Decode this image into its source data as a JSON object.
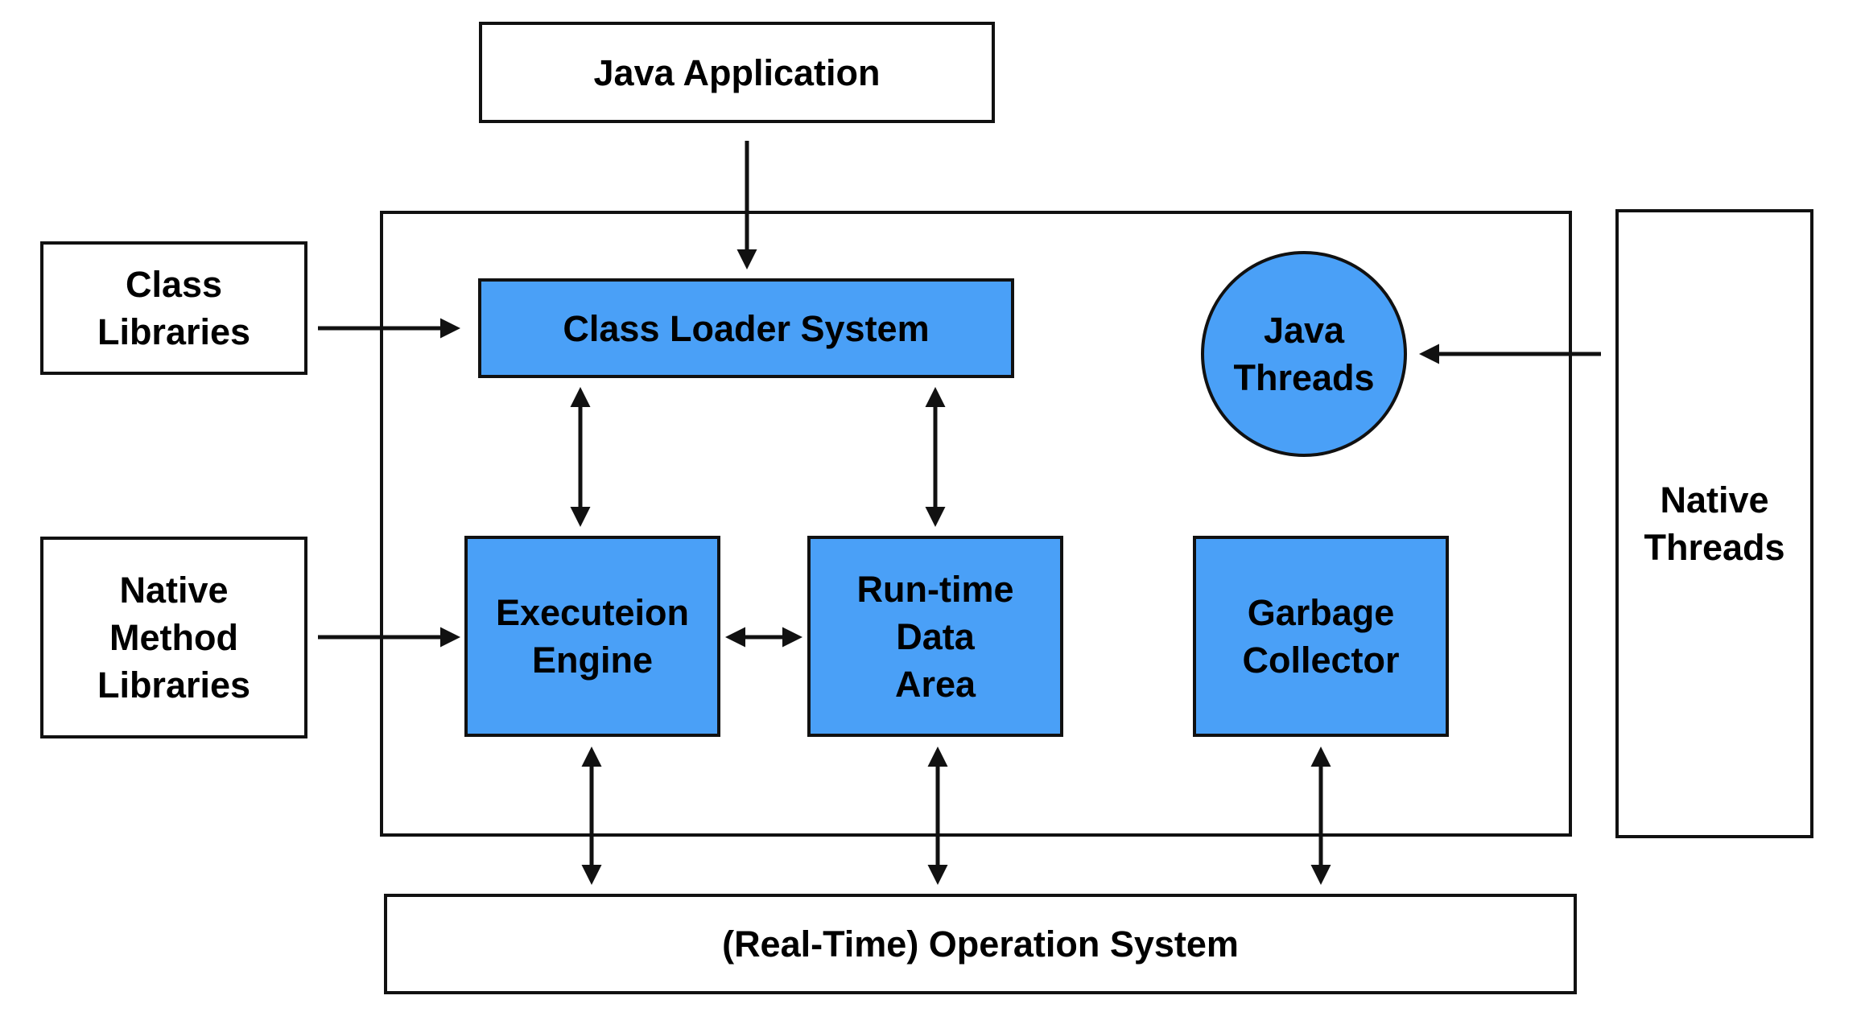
{
  "nodes": {
    "java_application": "Java Application",
    "class_libraries": "Class\nLibraries",
    "native_method_libraries": "Native\nMethod\nLibraries",
    "class_loader_system": "Class Loader System",
    "java_threads": "Java\nThreads",
    "native_threads": "Native\nThreads",
    "execution_engine": "Executeion\nEngine",
    "runtime_data_area": "Run-time\nData\nArea",
    "garbage_collector": "Garbage\nCollector",
    "operation_system": "(Real-Time) Operation System"
  },
  "colors": {
    "component_fill": "#4aa0f7",
    "stroke": "#111111"
  },
  "edges": [
    {
      "from": "java_application",
      "to": "class_loader_system",
      "type": "one-way"
    },
    {
      "from": "class_libraries",
      "to": "class_loader_system",
      "type": "one-way"
    },
    {
      "from": "native_method_libraries",
      "to": "execution_engine",
      "type": "one-way"
    },
    {
      "from": "class_loader_system",
      "to": "execution_engine",
      "type": "two-way"
    },
    {
      "from": "class_loader_system",
      "to": "runtime_data_area",
      "type": "two-way"
    },
    {
      "from": "execution_engine",
      "to": "runtime_data_area",
      "type": "two-way"
    },
    {
      "from": "native_threads",
      "to": "java_threads",
      "type": "one-way"
    },
    {
      "from": "execution_engine",
      "to": "operation_system",
      "type": "two-way"
    },
    {
      "from": "runtime_data_area",
      "to": "operation_system",
      "type": "two-way"
    },
    {
      "from": "garbage_collector",
      "to": "operation_system",
      "type": "two-way"
    }
  ]
}
